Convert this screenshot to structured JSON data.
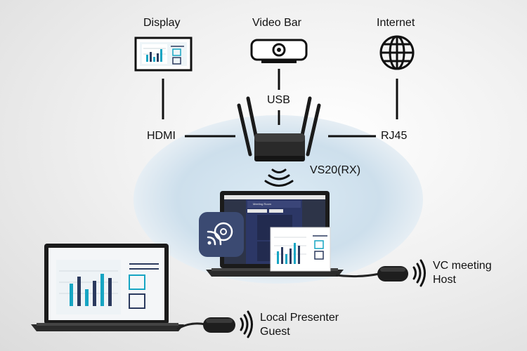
{
  "labels": {
    "display": "Display",
    "video_bar": "Video Bar",
    "internet": "Internet",
    "usb": "USB",
    "hdmi": "HDMI",
    "rj45": "RJ45",
    "receiver": "VS20(RX)",
    "vc_host_line1": "VC meeting",
    "vc_host_line2": "Host",
    "local_line1": "Local Presenter",
    "local_line2": "Guest"
  },
  "app_window": {
    "title": "Meeting Room"
  },
  "colors": {
    "accent_teal": "#16a5c3",
    "navy": "#2b3a5e",
    "app_icon_bg": "#3b4a72",
    "halo": "#cfe2ef"
  }
}
